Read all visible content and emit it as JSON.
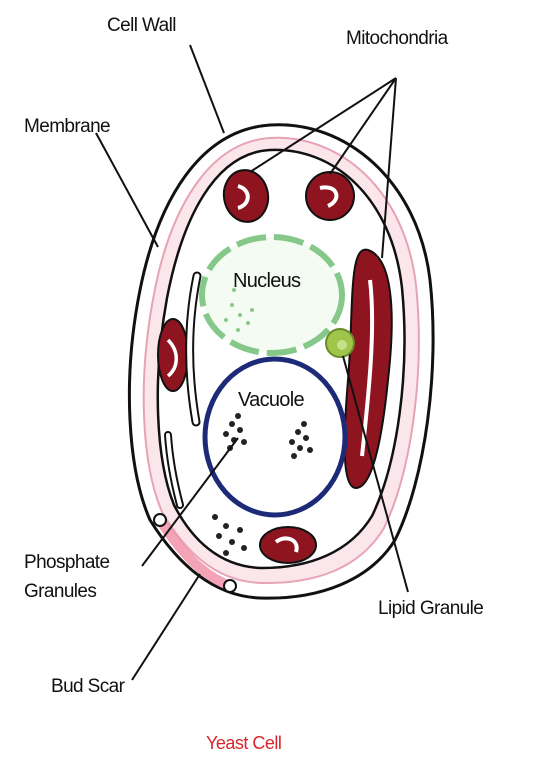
{
  "labels": {
    "cell_wall": "Cell Wall",
    "mitochondria": "Mitochondria",
    "membrane": "Membrane",
    "nucleus": "Nucleus",
    "vacuole": "Vacuole",
    "phosphate_line1": "Phosphate",
    "phosphate_line2": "Granules",
    "lipid_granule": "Lipid Granule",
    "bud_scar": "Bud Scar"
  },
  "caption": "Yeast Cell",
  "colors": {
    "outline": "#111111",
    "cytoplasm_ring": "#f2bccb",
    "mitochondria": "#8e1420",
    "nucleus": "#86c88a",
    "vacuole_border": "#1d2a78",
    "lipid_granule": "#9fc64a",
    "bud_scar": "#f07a95",
    "caption": "#d9252c"
  }
}
